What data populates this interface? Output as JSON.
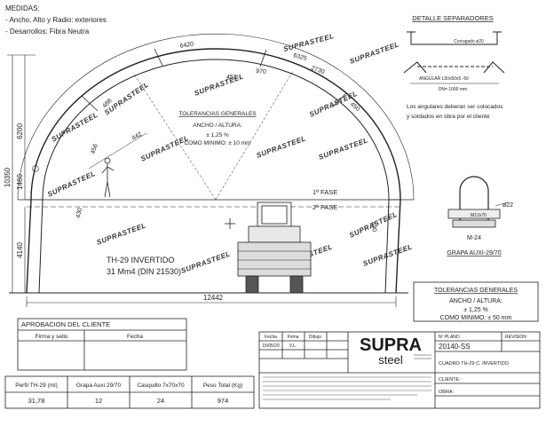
{
  "notes": {
    "title": "MEDIDAS:",
    "line1": "-  Ancho, Alto y Radio: exteriores",
    "line2": "-  Desarrollos: Fibra Neutra"
  },
  "watermark": "SUPRASTEEL",
  "arch_labels": {
    "r1": "6420",
    "r2": "6325",
    "a1": "2730",
    "a2": "970",
    "a3": "488",
    "a4": "442",
    "a5": "456",
    "s1": "452",
    "s2": "450",
    "s3": "430",
    "s4": "430"
  },
  "dimensions": {
    "total_height": "10350",
    "upper_height": "6200",
    "mid": "1460",
    "lower": "4140",
    "width": "12442"
  },
  "center_tolerances": {
    "title": "TOLERANCIAS GENERALES",
    "line1": "ANCHO / ALTURA:",
    "line2": "± 1,25 %",
    "line3": "COMO MINIMO: ± 10 mm"
  },
  "phases": {
    "first": "1ª FASE",
    "second": "2ª FASE"
  },
  "profile": {
    "line1": "TH-29 INVERTIDO",
    "line2": "31 Mm4  (DIN 21530)"
  },
  "separator_detail": {
    "title": "DETALLE SEPARADORES",
    "label1": "Corrugado ø20",
    "label2": "ANGULAR L50x50x5 -50",
    "label3": "DN= 1000 mm",
    "note": "Los angulares deberan ser colocados y soldados en obra por el cliente"
  },
  "clamp": {
    "dia": "ø22",
    "size": "M-24",
    "part": "M12x70",
    "title": "GRAPA AUXI-29/70"
  },
  "right_tolerances": {
    "title": "TOLERANCIAS GENERALES",
    "line1": "ANCHO / ALTURA:",
    "line2": "± 1,25 %",
    "line3": "COMO MINIMO: ± 50 mm"
  },
  "approval": {
    "title": "APROBACION DEL CLIENTE",
    "col1": "Firma y sello",
    "col2": "Fecha"
  },
  "parts_table": {
    "headers": [
      "Perfil TH-29 (ml)",
      "Grapa Auxi 29/70",
      "Casquillo 7x70x70",
      "Peso Total (Kg)"
    ],
    "values": [
      "31,78",
      "12",
      "24",
      "974"
    ]
  },
  "title_block": {
    "h_fecha": "Fecha",
    "h_firma": "Firma",
    "h_dibujo": "Dibujo",
    "date": "15/05/20",
    "initials": "V.L.",
    "logo_top": "SUPRA",
    "logo_bottom": "steel",
    "plan_label": "Nº PLANO",
    "revision_label": "REVISION",
    "plan_no": "20140-SS",
    "drawing_title": "CUADRO TH-29 C. INVERTIDO",
    "cliente": "CLIENTE:",
    "obra": "OBRA:"
  }
}
